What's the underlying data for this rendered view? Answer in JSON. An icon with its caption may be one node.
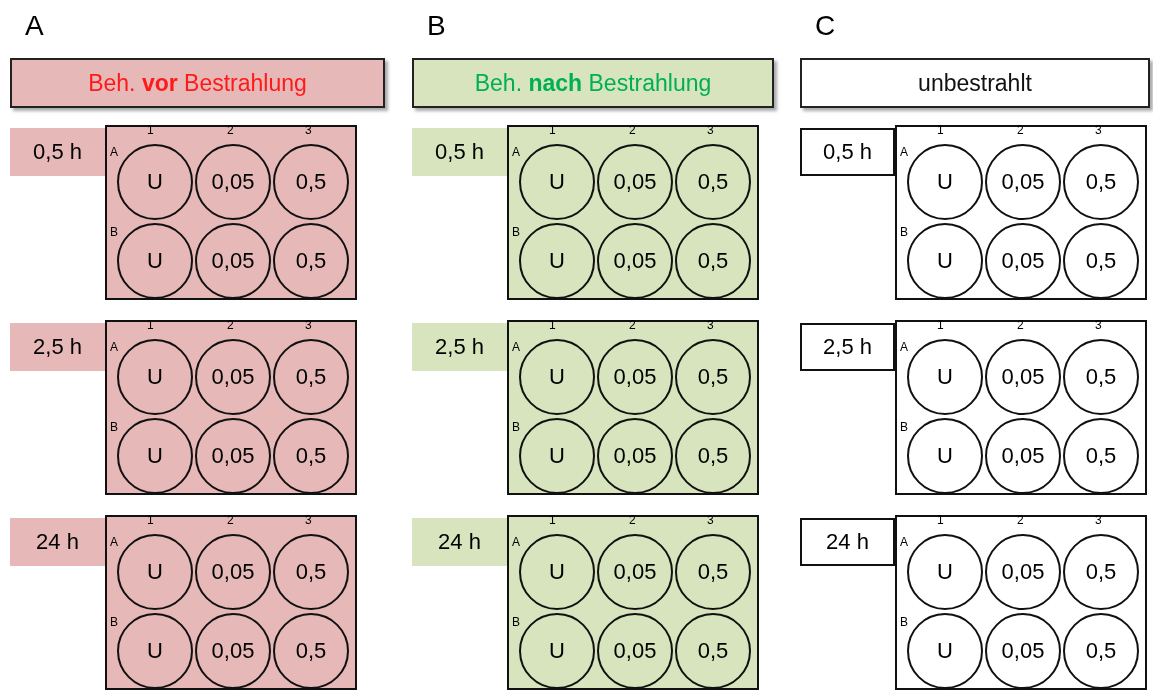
{
  "diagram": {
    "nodes": [
      {
        "text": [
          "Beh. **vor** Bestrahlung"
        ]
      },
      {
        "text": [
          "0,5 h"
        ]
      },
      {
        "text": [],
        "shape": "box"
      },
      {
        "text": [
          "U"
        ],
        "in": 2
      },
      {
        "text": [
          "0,05"
        ],
        "in": 2
      },
      {
        "text": [
          "0,5"
        ],
        "in": 2
      },
      {
        "text": [
          "U"
        ],
        "in": 2
      },
      {
        "text": [
          "0,05"
        ],
        "in": 2
      },
      {
        "text": [
          "0,5"
        ],
        "in": 2
      },
      {
        "text": [
          "2,5 h"
        ]
      },
      {
        "text": [],
        "shape": "box"
      },
      {
        "text": [
          "U"
        ],
        "in": 10
      },
      {
        "text": [
          "0,05"
        ],
        "in": 10
      },
      {
        "text": [
          "0,5"
        ],
        "in": 10
      },
      {
        "text": [
          "U"
        ],
        "in": 10
      },
      {
        "text": [
          "0,05"
        ],
        "in": 10
      },
      {
        "text": [
          "0,5"
        ],
        "in": 10
      },
      {
        "text": [
          "24 h"
        ]
      },
      {
        "text": [],
        "shape": "box"
      },
      {
        "text": [
          "U"
        ],
        "in": 18
      },
      {
        "text": [
          "0,05"
        ],
        "in": 18
      },
      {
        "text": [
          "0,5"
        ],
        "in": 18
      },
      {
        "text": [
          "U"
        ],
        "in": 18
      },
      {
        "text": [
          "0,05"
        ],
        "in": 18
      },
      {
        "text": [
          "0,5"
        ],
        "in": 18
      },
      {
        "text": [
          "Beh. **nach** Bestrahlung"
        ]
      },
      {
        "text": [
          "0,5 h"
        ]
      },
      {
        "text": [],
        "shape": "box"
      },
      {
        "text": [
          "U"
        ],
        "in": 27
      },
      {
        "text": [
          "0,05"
        ],
        "in": 27
      },
      {
        "text": [
          "0,5"
        ],
        "in": 27
      },
      {
        "text": [
          "U"
        ],
        "in": 27
      },
      {
        "text": [
          "0,05"
        ],
        "in": 27
      },
      {
        "text": [
          "0,5"
        ],
        "in": 27
      },
      {
        "text": [
          "2,5 h"
        ]
      },
      {
        "text": [],
        "shape": "box"
      },
      {
        "text": [
          "U"
        ],
        "in": 35
      },
      {
        "text": [
          "0,05"
        ],
        "in": 35
      },
      {
        "text": [
          "0,5"
        ],
        "in": 35
      },
      {
        "text": [
          "U"
        ],
        "in": 35
      },
      {
        "text": [
          "0,05"
        ],
        "in": 35
      },
      {
        "text": [
          "0,5"
        ],
        "in": 35
      },
      {
        "text": [
          "24 h"
        ]
      },
      {
        "text": [],
        "shape": "box"
      },
      {
        "text": [
          "U"
        ],
        "in": 43
      },
      {
        "text": [
          "0,05"
        ],
        "in": 43
      },
      {
        "text": [
          "0,5"
        ],
        "in": 43
      },
      {
        "text": [
          "U"
        ],
        "in": 43
      },
      {
        "text": [
          "0,05"
        ],
        "in": 43
      },
      {
        "text": [
          "0,5"
        ],
        "in": 43
      },
      {
        "text": [
          "unbestrahlt"
        ]
      },
      {
        "text": [
          "0,5 h"
        ]
      },
      {
        "text": [],
        "shape": "box"
      },
      {
        "text": [
          "U"
        ],
        "in": 52
      },
      {
        "text": [
          "0,05"
        ],
        "in": 52
      },
      {
        "text": [
          "0,5"
        ],
        "in": 52
      },
      {
        "text": [
          "U"
        ],
        "in": 52
      },
      {
        "text": [
          "0,05"
        ],
        "in": 52
      },
      {
        "text": [
          "0,5"
        ],
        "in": 52
      },
      {
        "text": [
          "2,5 h"
        ]
      },
      {
        "text": [],
        "shape": "box"
      },
      {
        "text": [
          "U"
        ],
        "in": 60
      },
      {
        "text": [
          "0,05"
        ],
        "in": 60
      },
      {
        "text": [
          "0,5"
        ],
        "in": 60
      },
      {
        "text": [
          "U"
        ],
        "in": 60
      },
      {
        "text": [
          "0,05"
        ],
        "in": 60
      },
      {
        "text": [
          "0,5"
        ],
        "in": 60
      },
      {
        "text": [
          "24 h"
        ]
      },
      {
        "text": [],
        "shape": "box"
      },
      {
        "text": [
          "U"
        ],
        "in": 68
      },
      {
        "text": [
          "0,05"
        ],
        "in": 68
      },
      {
        "text": [
          "0,5"
        ],
        "in": 68
      },
      {
        "text": [
          "U"
        ],
        "in": 68
      },
      {
        "text": [
          "0,05"
        ],
        "in": 68
      },
      {
        "text": [
          "0,5"
        ],
        "in": 68
      }
    ],
    "labels": [
      "A",
      "B",
      "C",
      "1",
      "2",
      "3",
      "A",
      "B",
      "1",
      "2",
      "3",
      "A",
      "B",
      "1",
      "2",
      "3",
      "A",
      "B",
      "1",
      "2",
      "3",
      "A",
      "B",
      "1",
      "2",
      "3",
      "A",
      "B",
      "1",
      "2",
      "3",
      "A",
      "B",
      "1",
      "2",
      "3",
      "A",
      "B",
      "1",
      "2",
      "3",
      "A",
      "B",
      "1",
      "2",
      "3",
      "A",
      "B"
    ]
  }
}
